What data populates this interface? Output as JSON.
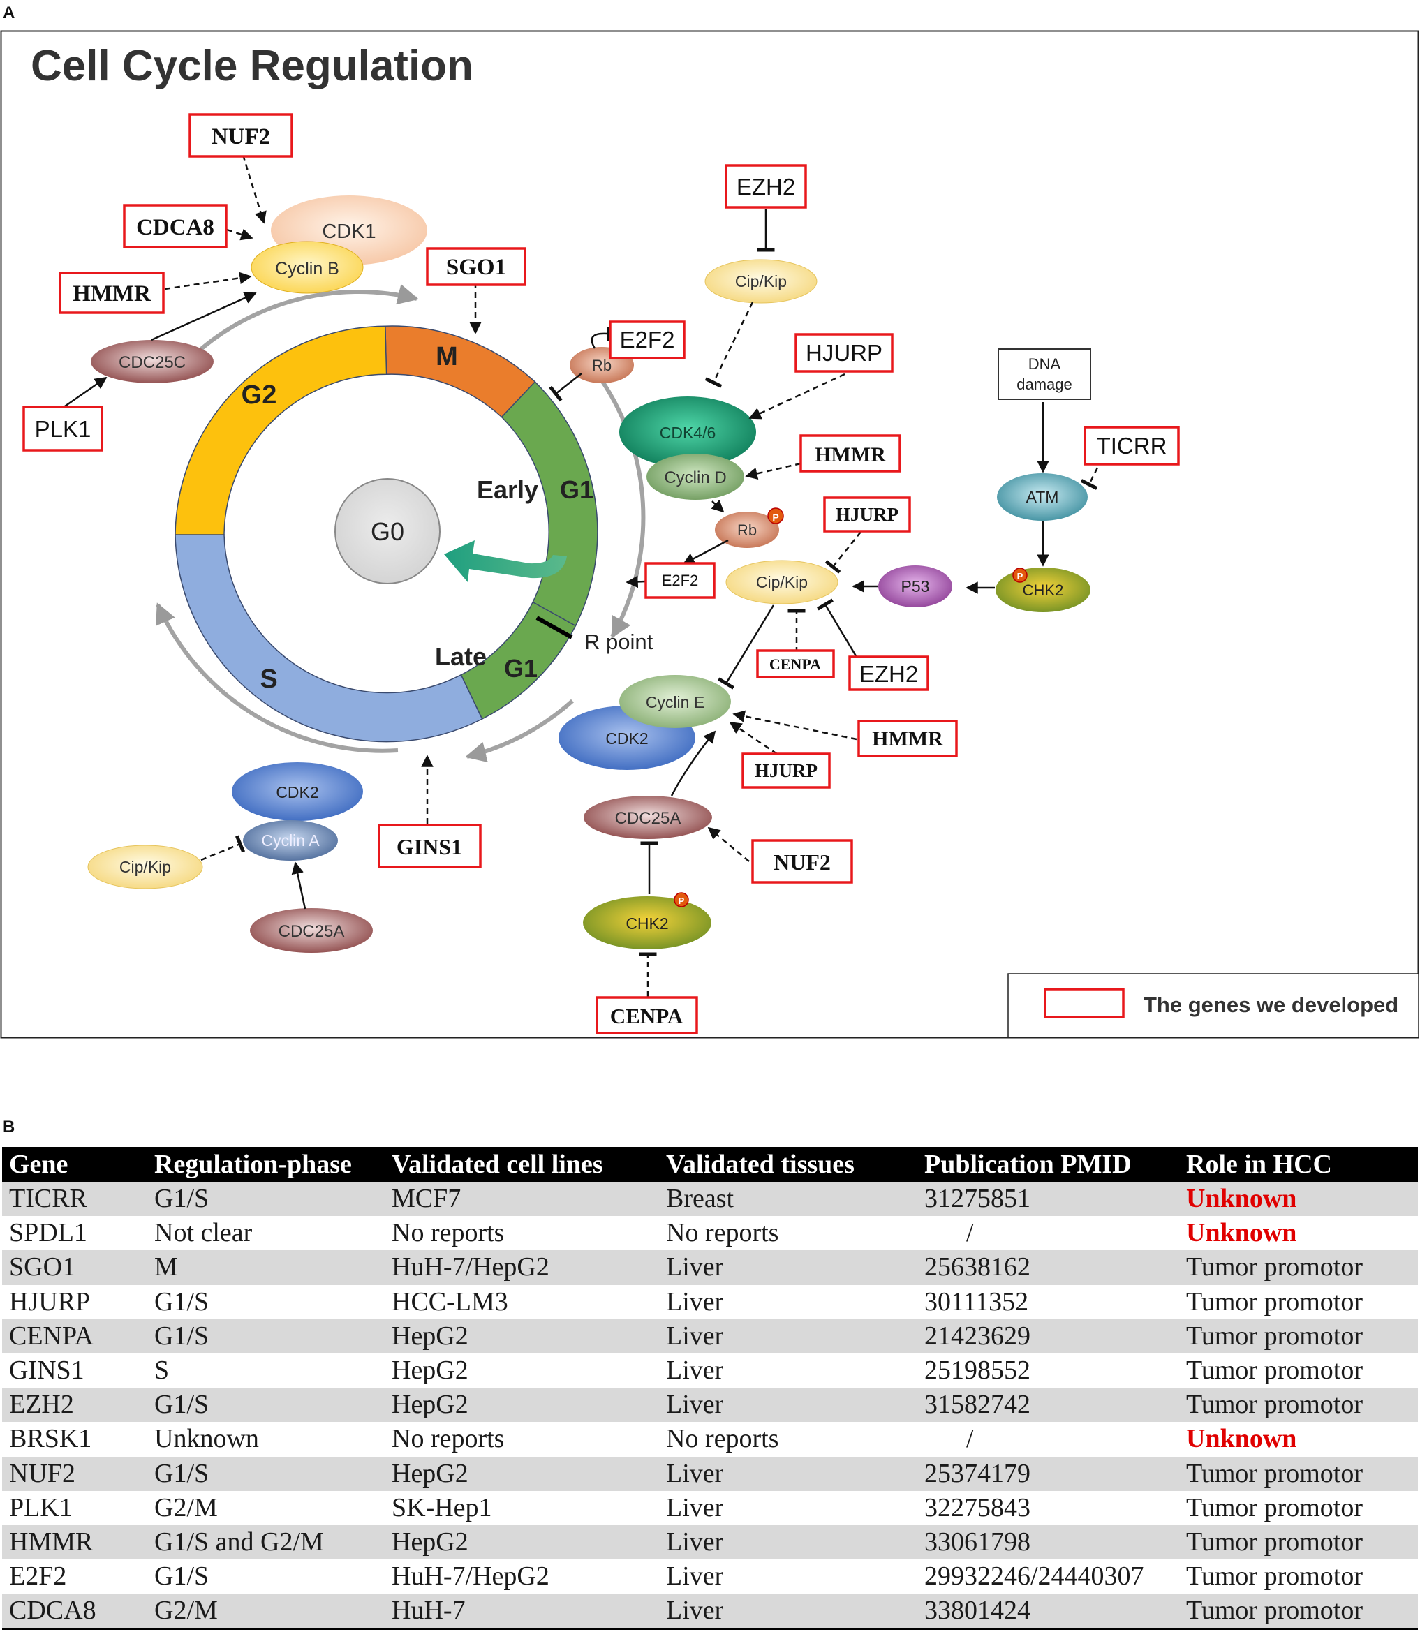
{
  "panel_a": {
    "label": "A",
    "title": "Cell Cycle Regulation",
    "legend_text": "The genes  we  developed",
    "cycle": {
      "g0": "G0",
      "m": "M",
      "g2": "G2",
      "s": "S",
      "early": "Early",
      "g1_early": "G1",
      "late": "Late",
      "g1_late": "G1",
      "r_point": "R point"
    },
    "proteins": {
      "cdk1": "CDK1",
      "cyclin_b": "Cyclin B",
      "cdc25c": "CDC25C",
      "rb_top": "Rb",
      "cip_kip_top": "Cip/Kip",
      "cdk46": "CDK4/6",
      "cyclin_d": "Cyclin D",
      "rb_p": "Rb",
      "e2f2_small": "E2F2",
      "cip_kip_mid": "Cip/Kip",
      "p53": "P53",
      "dna_damage_1": "DNA",
      "dna_damage_2": "damage",
      "atm": "ATM",
      "chk2_right": "CHK2",
      "cyclin_e": "Cyclin E",
      "cdk2_e": "CDK2",
      "cdc25a_mid": "CDC25A",
      "chk2_bottom": "CHK2",
      "cdk2_a": "CDK2",
      "cyclin_a": "Cyclin A",
      "cip_kip_bottom": "Cip/Kip",
      "cdc25a_bottom": "CDC25A",
      "phospho": "P"
    },
    "genes": {
      "nuf2_top": "NUF2",
      "cdca8": "CDCA8",
      "hmmr_left": "HMMR",
      "sgo1": "SGO1",
      "plk1": "PLK1",
      "ezh2_top": "EZH2",
      "e2f2": "E2F2",
      "hjurp_top": "HJURP",
      "hmmr_mid": "HMMR",
      "ticrr": "TICRR",
      "hjurp_mid": "HJURP",
      "cenpa_mid": "CENPA",
      "ezh2_mid": "EZH2",
      "hmmr_bottom": "HMMR",
      "hjurp_bottom": "HJURP",
      "nuf2_bottom": "NUF2",
      "gins1": "GINS1",
      "cenpa_bottom": "CENPA"
    },
    "colors": {
      "gene_box": "#e8181c",
      "m": "#ea7d2c",
      "g2": "#fdc10d",
      "g1": "#6aa84f",
      "s": "#8fadde"
    }
  },
  "panel_b": {
    "label": "B",
    "headers": [
      "Gene",
      "Regulation-phase",
      "Validated cell lines",
      "Validated tissues",
      "Publication PMID",
      "Role in HCC"
    ],
    "rows": [
      [
        "TICRR",
        "G1/S",
        "MCF7",
        "Breast",
        "31275851",
        "Unknown"
      ],
      [
        "SPDL1",
        "Not clear",
        "No reports",
        "No reports",
        "/",
        "Unknown"
      ],
      [
        "SGO1",
        "M",
        "HuH-7/HepG2",
        "Liver",
        "25638162",
        "Tumor promotor"
      ],
      [
        "HJURP",
        "G1/S",
        "HCC-LM3",
        "Liver",
        "30111352",
        "Tumor promotor"
      ],
      [
        "CENPA",
        "G1/S",
        "HepG2",
        "Liver",
        "21423629",
        "Tumor promotor"
      ],
      [
        "GINS1",
        "S",
        "HepG2",
        "Liver",
        "25198552",
        "Tumor promotor"
      ],
      [
        "EZH2",
        "G1/S",
        "HepG2",
        "Liver",
        "31582742",
        "Tumor promotor"
      ],
      [
        "BRSK1",
        "Unknown",
        "No reports",
        "No reports",
        "/",
        "Unknown"
      ],
      [
        "NUF2",
        "G1/S",
        "HepG2",
        "Liver",
        "25374179",
        "Tumor promotor"
      ],
      [
        "PLK1",
        "G2/M",
        "SK-Hep1",
        "Liver",
        "32275843",
        "Tumor promotor"
      ],
      [
        "HMMR",
        "G1/S and G2/M",
        "HepG2",
        "Liver",
        "33061798",
        "Tumor promotor"
      ],
      [
        "E2F2",
        "G1/S",
        "HuH-7/HepG2",
        "Liver",
        "29932246/24440307",
        "Tumor promotor"
      ],
      [
        "CDCA8",
        "G2/M",
        "HuH-7",
        "Liver",
        "33801424",
        "Tumor promotor"
      ]
    ]
  }
}
